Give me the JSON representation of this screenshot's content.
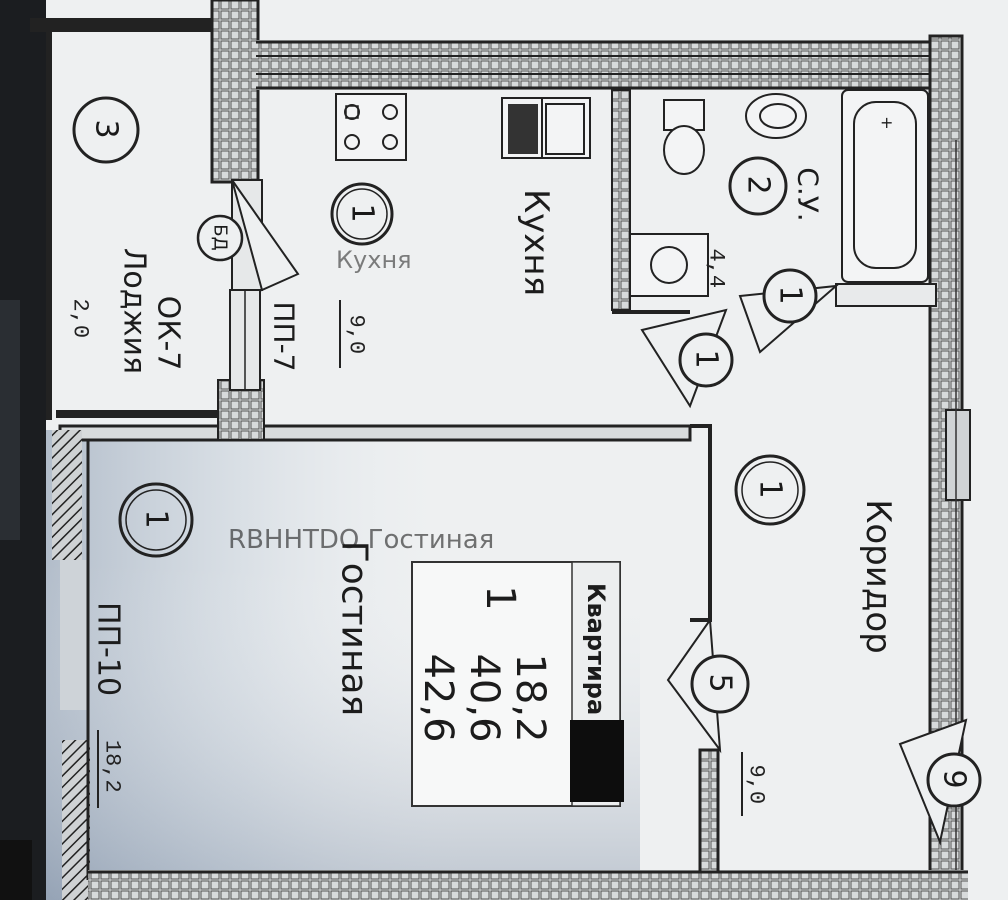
{
  "rooms": {
    "kitchen": "Кухня",
    "living": "Гостиная",
    "corridor": "Коридор",
    "bathroom": "С.У.",
    "loggia": "Лоджия"
  },
  "areas": {
    "kitchen": "9,0",
    "living": "18,2",
    "corridor": "9,0",
    "bathroom": "4,4",
    "loggia": "2,0"
  },
  "marks": {
    "kitchen": "1",
    "living": "1",
    "corridor_top": "1",
    "corridor_mid": "1",
    "bath_door": "1",
    "bathroom": "2",
    "loggia": "3",
    "entrance": "5",
    "exit": "9",
    "balcony_door": "БД"
  },
  "codes": {
    "window_kitchen": "ПП-7",
    "window_living": "ПП-10",
    "loggia_window": "ОК-7"
  },
  "summary": {
    "heading": "Квартира",
    "rooms_count": "1",
    "living_area": "18,2",
    "useful_area": "40,6",
    "total_area": "42,6"
  },
  "ghost": {
    "text1": "RBHHTDO  Гостиная",
    "text2": "Кухня"
  }
}
